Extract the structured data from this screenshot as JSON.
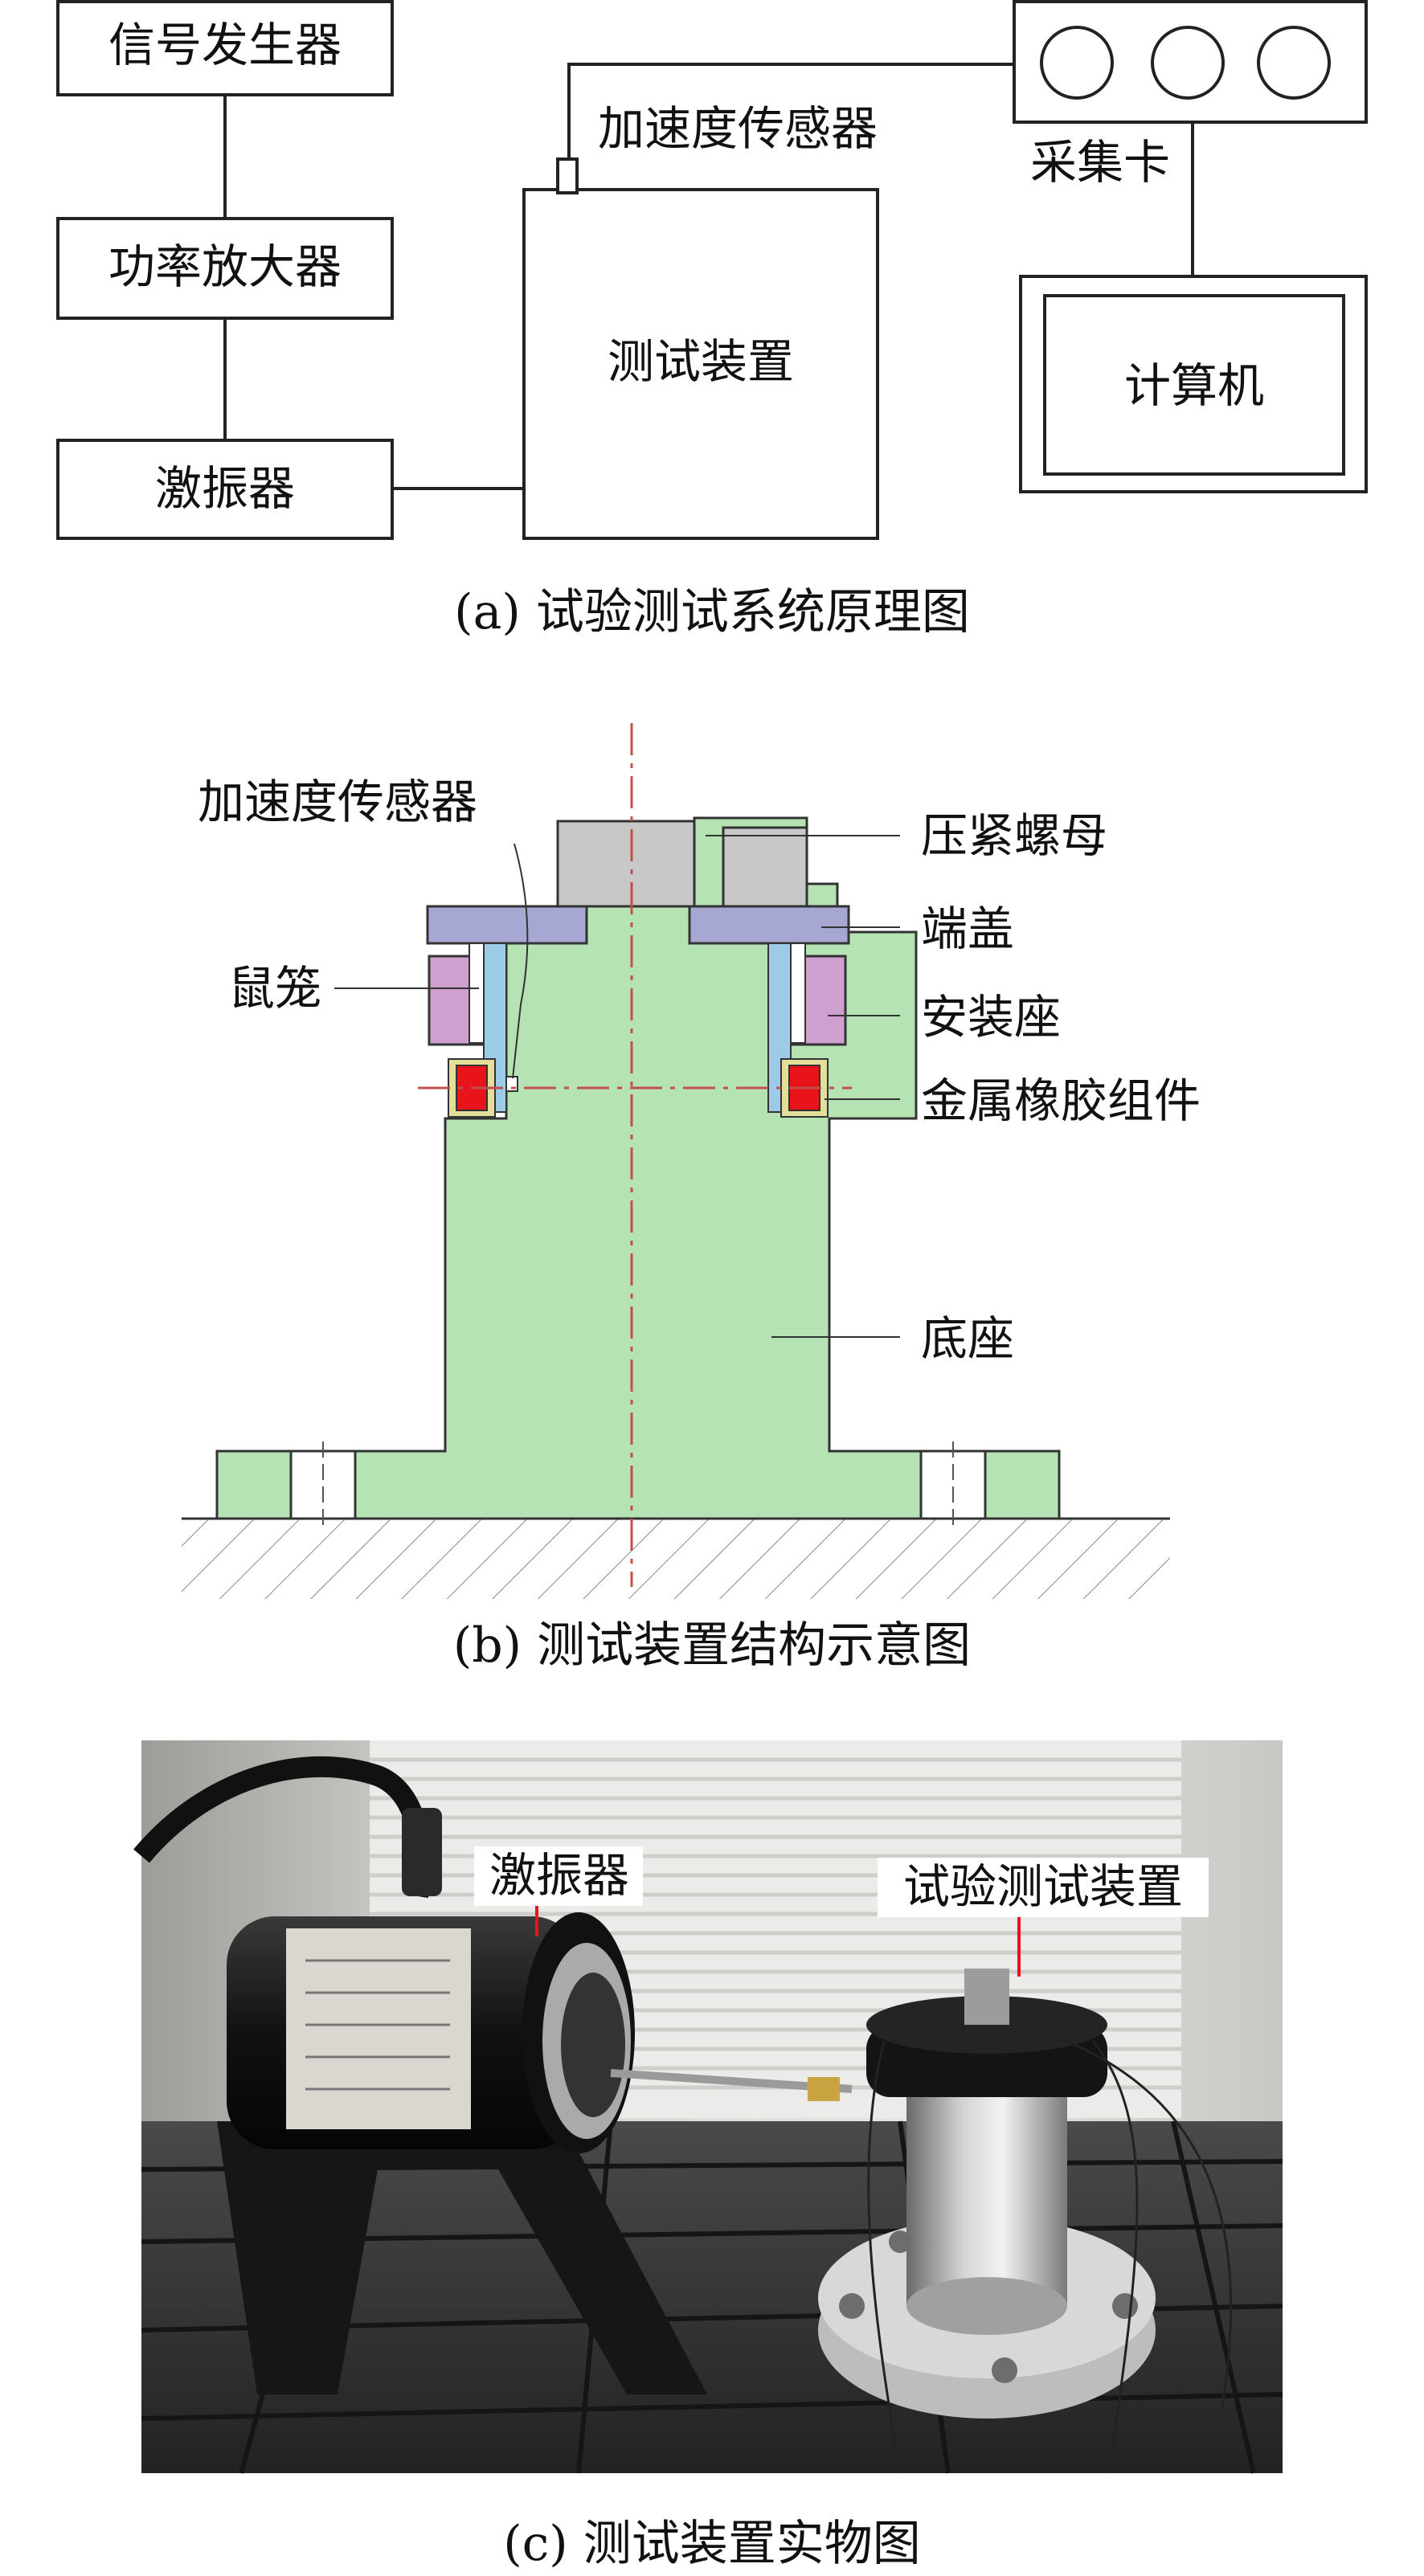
{
  "panel_a": {
    "boxes": {
      "signal_generator": "信号发生器",
      "power_amplifier": "功率放大器",
      "exciter": "激振器",
      "test_device": "测试装置",
      "computer": "计算机"
    },
    "labels": {
      "accelerometer": "加速度传感器",
      "daq_card": "采集卡"
    },
    "caption": "(a) 试验测试系统原理图"
  },
  "panel_b": {
    "labels": {
      "accelerometer": "加速度传感器",
      "squirrel_cage": "鼠笼",
      "lock_nut": "压紧螺母",
      "end_cap": "端盖",
      "mount_seat": "安装座",
      "metal_rubber": "金属橡胶组件",
      "base": "底座"
    },
    "colors": {
      "body_green": "#b6e3b3",
      "nut_gray": "#c8c8c8",
      "cap_blue": "#a6a8d3",
      "seat_pink": "#cfa0cf",
      "rubber_red": "#e8141a",
      "rubber_frame": "#e3df9a",
      "cage_blue": "#9ccbe8",
      "centerline": "#c0504d"
    },
    "caption": "(b) 测试装置结构示意图"
  },
  "panel_c": {
    "labels": {
      "exciter": "激振器",
      "test_device": "试验测试装置"
    },
    "caption": "(c) 测试装置实物图"
  }
}
